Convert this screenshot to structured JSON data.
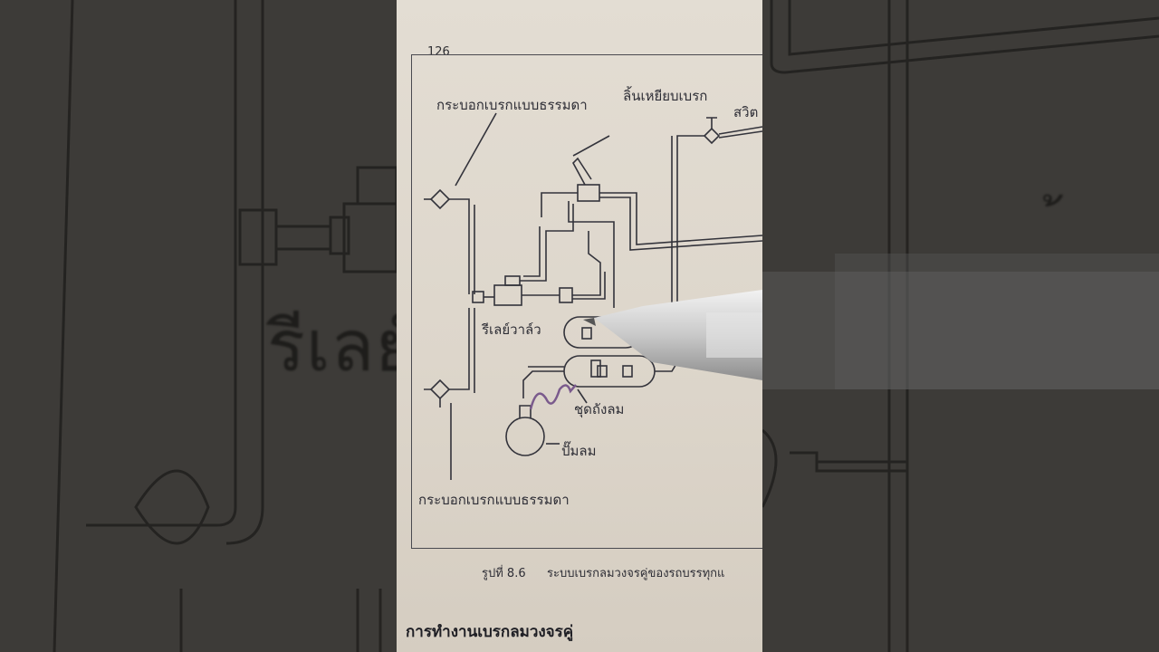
{
  "page": {
    "number": "126",
    "labels": {
      "top_left_chamber": "กระบอกเบรกแบบธรรมดา",
      "brake_pedal": "ลิ้นเหยียบเบรก",
      "switch": "สวิต",
      "relay_valve": "รีเลย์วาล์ว",
      "tank_set": "ชุดถังลม",
      "air_pump": "ปั๊มลม",
      "bottom_chamber": "กระบอกเบรกแบบธรรมดา"
    },
    "caption": {
      "figure_no": "รูปที่ 8.6",
      "text": "ระบบเบรกลมวงจรคู่ของรถบรรทุกแ"
    },
    "heading": "การทำงานเบรกลมวงจรคู่"
  },
  "background": {
    "left_text": "รีเลย์ว",
    "right_text": "้"
  },
  "colors": {
    "paper": "#e0dad0",
    "ink": "#2e2e36",
    "background_blur": "#3d3b38",
    "pen_mark": "#7a5a8c"
  },
  "icons": {
    "pen": "pen-icon"
  }
}
